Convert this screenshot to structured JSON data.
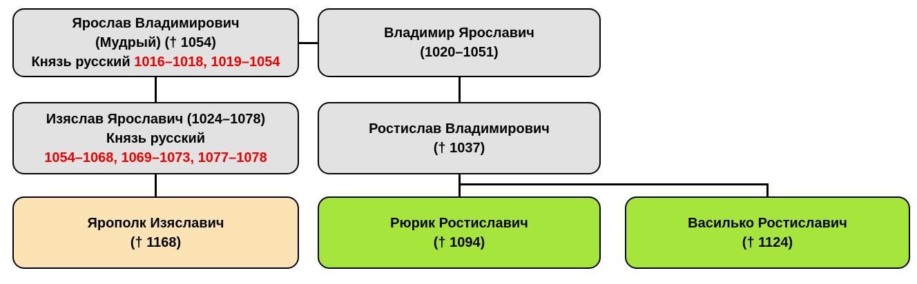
{
  "diagram": {
    "type": "family-tree",
    "colors": {
      "box_gray": "#e2e2e2",
      "box_orange": "#fce3b4",
      "box_green": "#a6e63c",
      "border": "#000000",
      "reign_dates_red": "#ee0000",
      "background": "#ffffff"
    },
    "nodes": {
      "yaroslav": {
        "name_line": "Ярослав Владимирович",
        "epithet_line": "(Мудрый) († 1054)",
        "title": "Князь русский ",
        "reign_dates": "1016–1018, 1019–1054"
      },
      "vladimir": {
        "name_line": "Владимир Ярославич",
        "dates_line": "(1020–1051)"
      },
      "izyaslav": {
        "name_line": "Изяслав Ярославич (1024–1078)",
        "title": "Князь русский",
        "reign_dates": "1054–1068, 1069–1073, 1077–1078"
      },
      "rostislav": {
        "name_line": "Ростислав Владимирович",
        "dates_line": "(† 1037)"
      },
      "yaropolk": {
        "name_line": "Ярополк Изяславич",
        "dates_line": "(† 1168)"
      },
      "ryurik": {
        "name_line": "Рюрик Ростиславич",
        "dates_line": "(† 1094)"
      },
      "vasilko": {
        "name_line": "Василько Ростиславич",
        "dates_line": "(† 1124)"
      }
    }
  }
}
